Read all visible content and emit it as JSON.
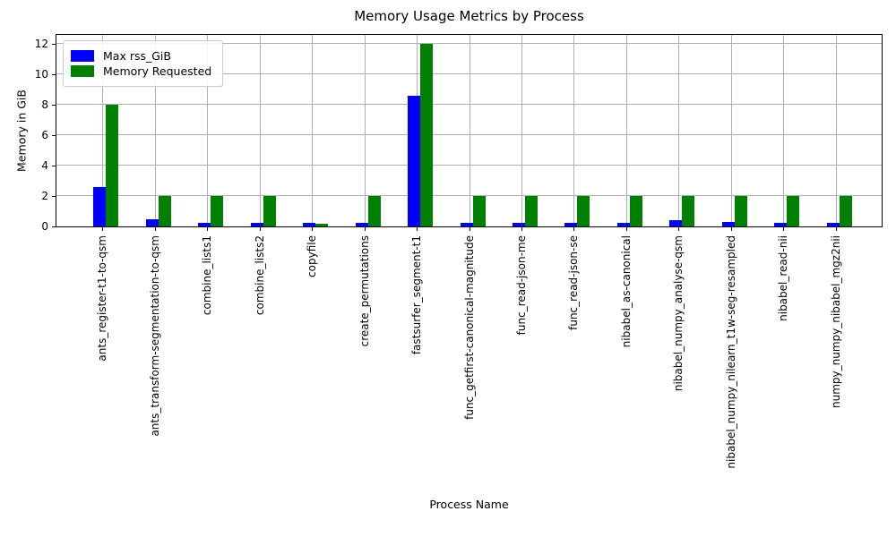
{
  "chart_data": {
    "type": "bar",
    "title": "Memory Usage Metrics by Process",
    "xlabel": "Process Name",
    "ylabel": "Memory in GiB",
    "categories": [
      "ants_register-t1-to-qsm",
      "ants_transform-segmentation-to-qsm",
      "combine_lists1",
      "combine_lists2",
      "copyfile",
      "create_permutations",
      "fastsurfer_segment-t1",
      "func_getfirst-canonical-magnitude",
      "func_read-json-me",
      "func_read-json-se",
      "nibabel_as-canonical",
      "nibabel_numpy_analyse-qsm",
      "nibabel_numpy_nilearn_t1w-seg-resampled",
      "nibabel_read-nii",
      "numpy_numpy_nibabel_mgz2nii"
    ],
    "series": [
      {
        "name": "Max rss_GiB",
        "color": "#0000ff",
        "values": [
          2.6,
          0.5,
          0.25,
          0.25,
          0.25,
          0.25,
          8.6,
          0.25,
          0.25,
          0.25,
          0.25,
          0.4,
          0.3,
          0.25,
          0.25
        ]
      },
      {
        "name": "Memory Requested",
        "color": "#008000",
        "values": [
          8,
          2,
          2,
          2,
          0.2,
          2,
          12,
          2,
          2,
          2,
          2,
          2,
          2,
          2,
          2
        ]
      }
    ],
    "yticks": [
      0,
      2,
      4,
      6,
      8,
      10,
      12
    ],
    "ylim": [
      0,
      12.6
    ],
    "grid": true,
    "grid_color": "#b0b0b0",
    "axis_color": "#000000",
    "legend_position": "upper left"
  }
}
